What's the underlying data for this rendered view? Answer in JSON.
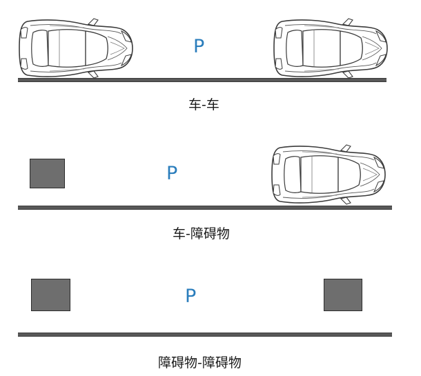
{
  "parking_mark": "P",
  "scenarios": [
    {
      "caption": "车-车",
      "left": "car",
      "right": "car"
    },
    {
      "caption": "车-障碍物",
      "left": "obstacle",
      "right": "car"
    },
    {
      "caption": "障碍物-障碍物",
      "left": "obstacle",
      "right": "obstacle"
    }
  ],
  "colors": {
    "parking_mark": "#2a7dbc",
    "curb": "#595959",
    "obstacle": "#6e6e6e",
    "car_outline": "#3a3a3a"
  },
  "icons": [
    "car-top-view-icon",
    "obstacle-block-icon",
    "parking-p-icon"
  ]
}
